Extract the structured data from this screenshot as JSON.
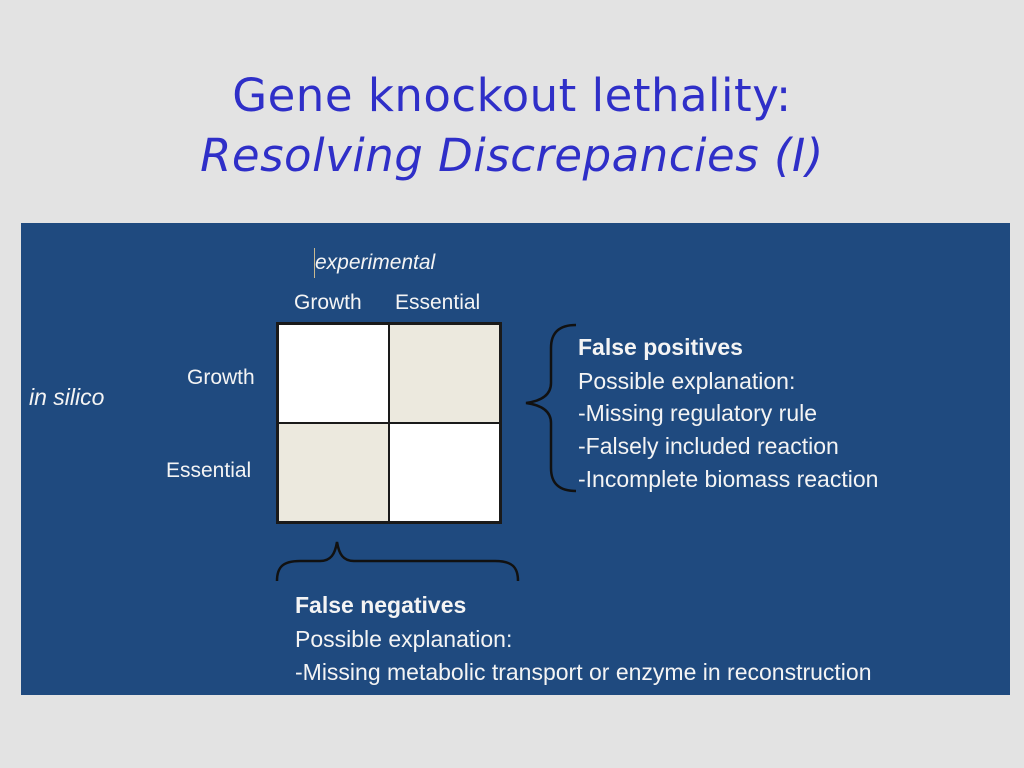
{
  "slide": {
    "title_line1": "Gene knockout lethality:",
    "title_line2": "Resolving Discrepancies (I)"
  },
  "diagram": {
    "experimental_label": "experimental",
    "in_silico_label": "in silico",
    "columns": [
      "Growth",
      "Essential"
    ],
    "rows": [
      "Growth",
      "Essential"
    ],
    "cells": [
      {
        "row": "Growth",
        "col": "Growth",
        "fill": "#ffffff"
      },
      {
        "row": "Growth",
        "col": "Essential",
        "fill": "#ece9de"
      },
      {
        "row": "Essential",
        "col": "Growth",
        "fill": "#ece9de"
      },
      {
        "row": "Essential",
        "col": "Essential",
        "fill": "#ffffff"
      }
    ],
    "false_positives": {
      "title": "False positives",
      "lines": [
        "Possible explanation:",
        "-Missing regulatory rule",
        "-Falsely included reaction",
        "-Incomplete biomass reaction"
      ]
    },
    "false_negatives": {
      "title": "False negatives",
      "lines": [
        "Possible explanation:",
        "-Missing metabolic transport or enzyme in reconstruction"
      ]
    }
  },
  "colors": {
    "title": "#2f2fc8",
    "panel_bg": "#1f4a7f",
    "page_bg": "#e3e3e3",
    "highlight_cell": "#ece9de"
  }
}
